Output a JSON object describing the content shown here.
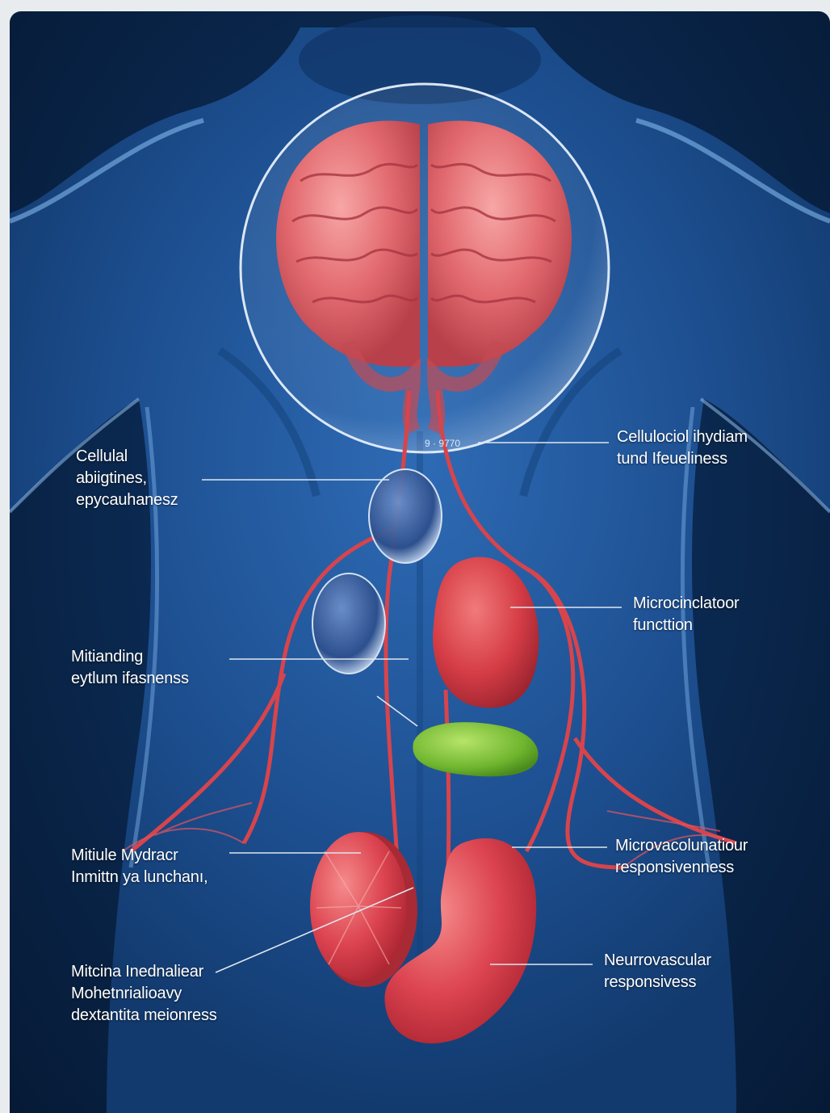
{
  "labels": {
    "left_1": [
      "Cellulal",
      "abiigtines,",
      "epycauhanesz"
    ],
    "left_2": [
      "Mitianding",
      "eytlum ifasnenss"
    ],
    "left_3": [
      "Mitiule Mydracr",
      "Inmittn ya lunchanı,"
    ],
    "left_4": [
      "Mitcina Inednaliear",
      "Mohetnrialioavy",
      "dextantita meionress"
    ],
    "right_1": [
      "Cellulociol ihydiam",
      "tund Ifeueliness"
    ],
    "right_2": [
      "Microcinclatoor",
      "functtion"
    ],
    "right_3": [
      "Microvacolunatiour",
      "responsivenness"
    ],
    "right_4": [
      "Neurrovascular",
      "responsivess"
    ]
  },
  "tiny_text": "9 · 9770",
  "colors": {
    "background": "#0b2a52",
    "body": "#3b7bc2",
    "organ_red": "#d9464f",
    "gland_green": "#7cbf3a",
    "label_text": "#ffffff",
    "leader_line": "#dfe6ef"
  }
}
